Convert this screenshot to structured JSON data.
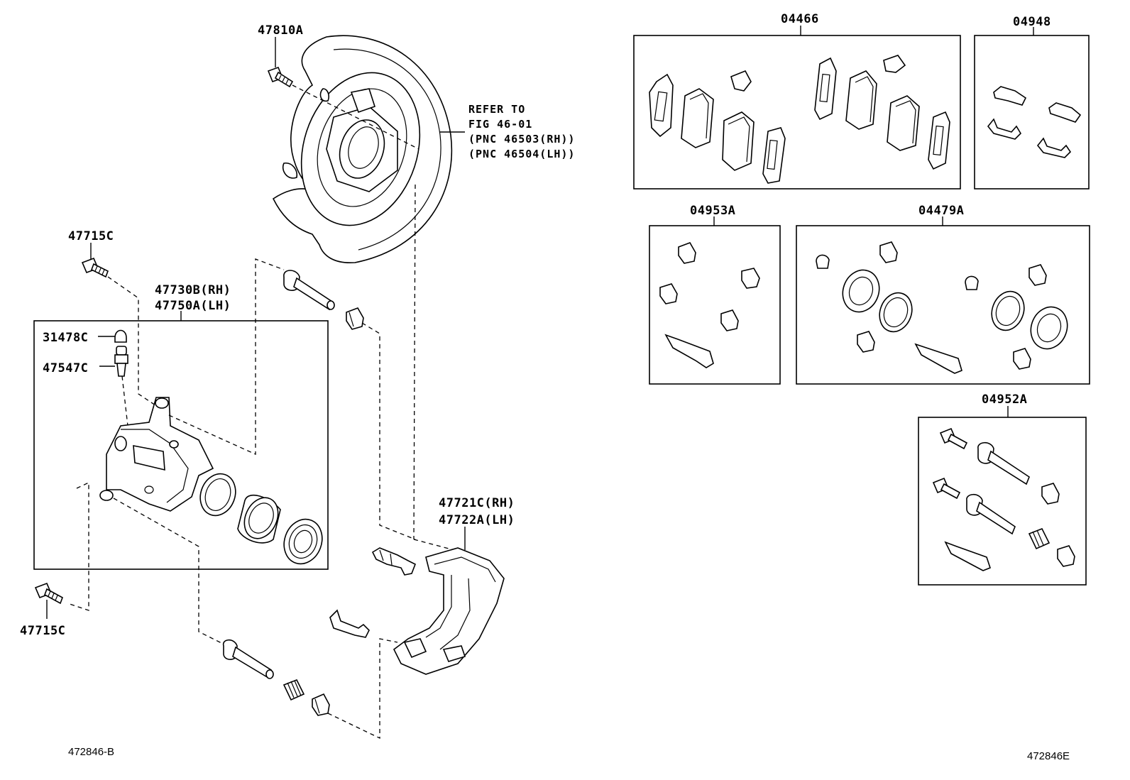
{
  "labels": {
    "p47810A": "47810A",
    "ref_line1": "REFER TO",
    "ref_line2": "FIG 46-01",
    "ref_line3": "(PNC 46503(RH))",
    "ref_line4": "(PNC 46504(LH))",
    "p47715C_top": "47715C",
    "p47730B": "47730B(RH)",
    "p47750A": "47750A(LH)",
    "p31478C": "31478C",
    "p47547C": "47547C",
    "p47715C_bottom": "47715C",
    "p47721C": "47721C(RH)",
    "p47722A": "47722A(LH)",
    "p04466": "04466",
    "p04948": "04948",
    "p04953A": "04953A",
    "p04479A": "04479A",
    "p04952A": "04952A"
  },
  "footer": {
    "left_code": "472846-B",
    "right_code": "472846E"
  }
}
